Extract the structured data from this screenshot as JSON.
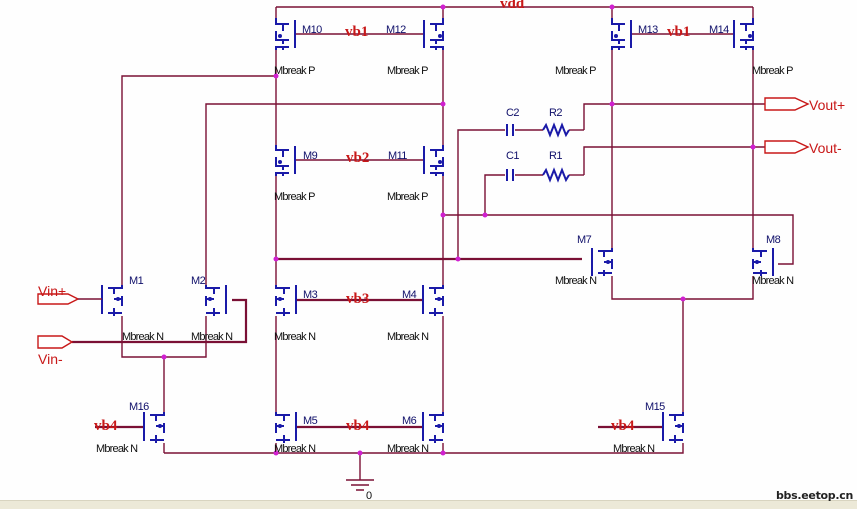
{
  "schematic": {
    "supply_net": "vdd",
    "ground_net": "0",
    "watermark": "bbs.eetop.cn",
    "transistors": [
      {
        "name": "M10",
        "model": "Mbreak P",
        "gate": "vb1"
      },
      {
        "name": "M12",
        "model": "Mbreak P",
        "gate": "vb1"
      },
      {
        "name": "M13",
        "model": "Mbreak P",
        "gate": "vb1"
      },
      {
        "name": "M14",
        "model": "Mbreak P",
        "gate": "vb1"
      },
      {
        "name": "M9",
        "model": "Mbreak P",
        "gate": "vb2"
      },
      {
        "name": "M11",
        "model": "Mbreak P",
        "gate": "vb2"
      },
      {
        "name": "M7",
        "model": "Mbreak N"
      },
      {
        "name": "M8",
        "model": "Mbreak N"
      },
      {
        "name": "M1",
        "model": "Mbreak N"
      },
      {
        "name": "M2",
        "model": "Mbreak N"
      },
      {
        "name": "M3",
        "model": "Mbreak N",
        "gate": "vb3"
      },
      {
        "name": "M4",
        "model": "Mbreak N",
        "gate": "vb3"
      },
      {
        "name": "M16",
        "model": "Mbreak N",
        "gate": "vb4"
      },
      {
        "name": "M5",
        "model": "Mbreak N",
        "gate": "vb4"
      },
      {
        "name": "M6",
        "model": "Mbreak N",
        "gate": "vb4"
      },
      {
        "name": "M15",
        "model": "Mbreak N",
        "gate": "vb4"
      }
    ],
    "passives": [
      {
        "name": "C2"
      },
      {
        "name": "R2"
      },
      {
        "name": "C1"
      },
      {
        "name": "R1"
      }
    ],
    "ports": {
      "vin_plus": "Vin+",
      "vin_minus": "Vin-",
      "vout_plus": "Vout+",
      "vout_minus": "Vout-"
    },
    "nets": {
      "vb1_a": "vb1",
      "vb1_b": "vb1",
      "vb2": "vb2",
      "vb3": "vb3",
      "vb4_m16": "vb4",
      "vb4_m56": "vb4",
      "vb4_m15": "vb4"
    }
  },
  "colors": {
    "wire": "#7a1035",
    "device": "#1a1aa8",
    "net_label": "#c81818",
    "junction": "#d020d0"
  }
}
